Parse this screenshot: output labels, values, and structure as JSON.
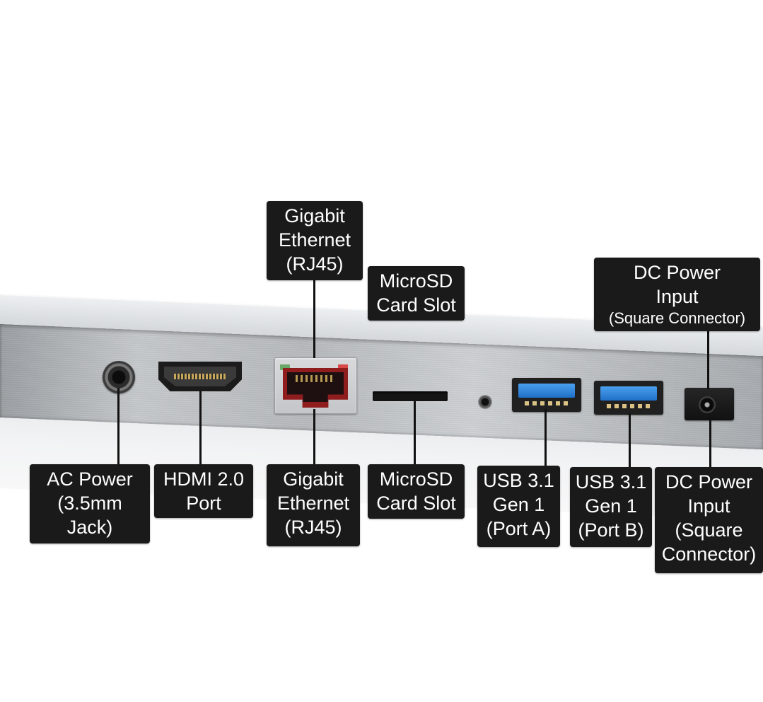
{
  "labels": {
    "gigabit_ethernet_top": [
      "Gigabit",
      "Ethernet",
      "(RJ45)"
    ],
    "microsd_top": [
      "MicroSD",
      "Card Slot"
    ],
    "dc_power_top": [
      "DC Power",
      "Input",
      "(Square Connector)"
    ],
    "ac_power": [
      "AC Power",
      "(3.5mm",
      "Jack)"
    ],
    "hdmi": [
      "HDMI 2.0",
      "Port"
    ],
    "gigabit_ethernet_bottom": [
      "Gigabit",
      "Ethernet",
      "(RJ45)"
    ],
    "microsd_bottom": [
      "MicroSD",
      "Card Slot"
    ],
    "usb_port_a": [
      "USB 3.1",
      "Gen 1",
      "(Port A)"
    ],
    "usb_port_b": [
      "USB 3.1",
      "Gen 1",
      "(Port B)"
    ],
    "dc_power_bottom": [
      "DC Power",
      "Input",
      "(Square",
      "Connector)"
    ]
  },
  "colors": {
    "label_background": "#1a1a1a",
    "label_text": "#ffffff",
    "usb_blue": "#2f86dc",
    "ethernet_red": "#8f1d1d",
    "chassis_silver": "#c4c7ca"
  }
}
